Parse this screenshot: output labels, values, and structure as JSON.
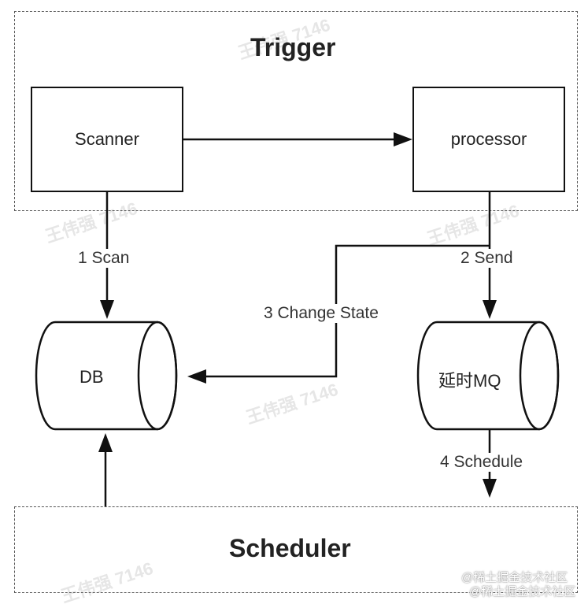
{
  "trigger": {
    "title": "Trigger"
  },
  "scheduler": {
    "title": "Scheduler"
  },
  "nodes": {
    "scanner": "Scanner",
    "processor": "processor",
    "db": "DB",
    "mq": "延时MQ"
  },
  "edges": {
    "scan": "1 Scan",
    "send": "2 Send",
    "change_state": "3 Change State",
    "schedule": "4 Schedule"
  },
  "watermark": {
    "author": "王伟强 7146",
    "site": "@稀土掘金技术社区"
  }
}
